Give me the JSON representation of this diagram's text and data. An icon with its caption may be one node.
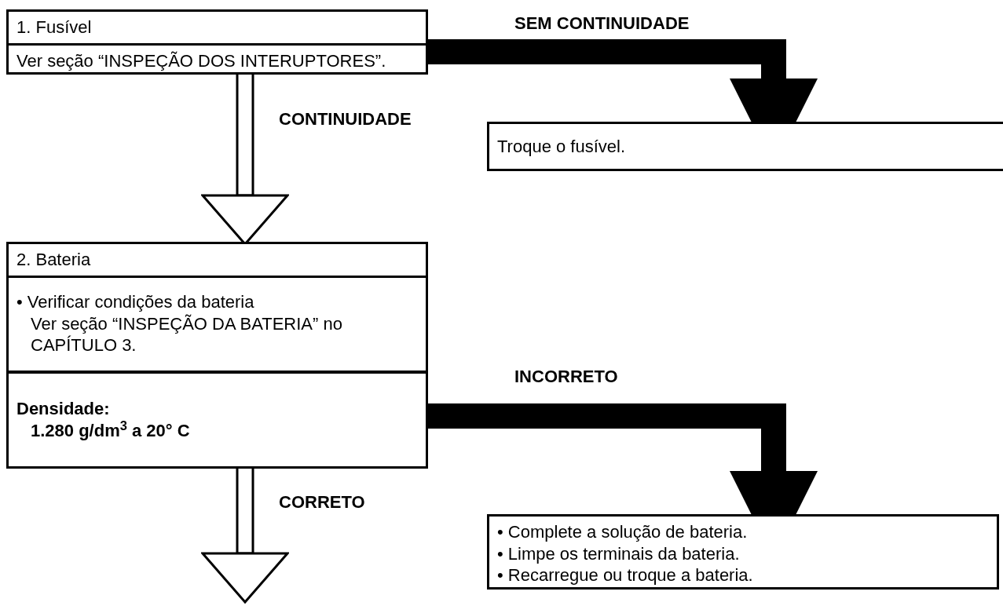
{
  "diagram": {
    "nodes": [
      {
        "text": [
          "1. Fusível",
          "Ver seção “INSPEÇÃO DOS INTERUPTORES”."
        ]
      },
      {
        "text": [
          "Troque o fusível."
        ]
      },
      {
        "text": [
          "2. Bateria",
          "• Verificar condições da bateria",
          "Ver seção “INSPEÇÃO DA BATERIA” no CAPÍTULO 3.",
          "Densidade:",
          "1.280 g/dm$^{3}$ a 20° C"
        ]
      },
      {
        "text": [
          "• Complete a solução de bateria.",
          "• Limpe os terminais da bateria.",
          "• Recarregue ou troque a bateria."
        ]
      }
    ],
    "edges": [
      {
        "from": 0,
        "to": 1,
        "arrow": "to",
        "label": "SEM CONTINUIDADE",
        "style": "thick"
      },
      {
        "from": 0,
        "to": 2,
        "arrow": "to",
        "label": "CONTINUIDADE"
      },
      {
        "from": 2,
        "to": 3,
        "arrow": "to",
        "label": "INCORRETO",
        "style": "thick"
      },
      {
        "from": 2,
        "to": null,
        "arrow": "to",
        "label": "CORRETO"
      }
    ]
  }
}
